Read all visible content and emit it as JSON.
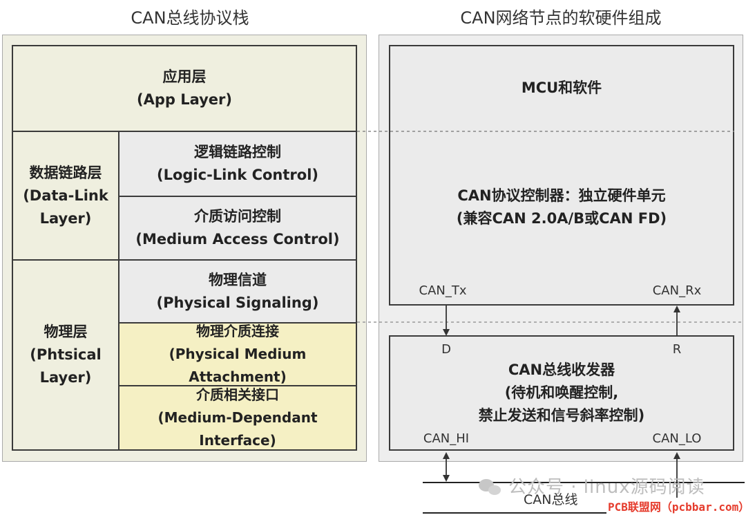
{
  "left_title": "CAN总线协议栈",
  "right_title": "CAN网络节点的软硬件组成",
  "stack": {
    "app": {
      "cn": "应用层",
      "en": "(App Layer)"
    },
    "datalink": {
      "cn": "数据链路层",
      "en1": "(Data-Link",
      "en2": "Layer)",
      "llc": {
        "cn": "逻辑链路控制",
        "en": "(Logic-Link Control)"
      },
      "mac": {
        "cn": "介质访问控制",
        "en": "(Medium Access Control)"
      }
    },
    "physical": {
      "cn": "物理层",
      "en1": "(Phtsical",
      "en2": "Layer)",
      "signaling": {
        "cn": "物理信道",
        "en": "(Physical Signaling)"
      },
      "pma": {
        "cn": "物理介质连接",
        "en": "(Physical Medium Attachment)"
      },
      "mdi": {
        "cn": "介质相关接口",
        "en": "(Medium-Dependant Interface)"
      }
    }
  },
  "node": {
    "mcu": "MCU和软件",
    "controller": {
      "line1": "CAN协议控制器：独立硬件单元",
      "line2": "(兼容CAN 2.0A/B或CAN FD)"
    },
    "can_tx": "CAN_Tx",
    "can_rx": "CAN_Rx",
    "pin_d": "D",
    "pin_r": "R",
    "transceiver": {
      "line1": "CAN总线收发器",
      "line2": "(待机和唤醒控制,",
      "line3": "禁止发送和信号斜率控制)"
    },
    "can_hi": "CAN_HI",
    "can_lo": "CAN_LO",
    "bus_label": "CAN总线"
  },
  "watermark": "公众号 · linux源码阅读",
  "footer": "PCB联盟网（pcbbar.com）",
  "colors": {
    "panel_left": "#efefe2",
    "panel_right": "#eeeeee",
    "box_olive": "#efefdf",
    "box_gray": "#ebebeb",
    "box_yellow": "#f5f0c4",
    "footer_red": "#e53b2c"
  }
}
